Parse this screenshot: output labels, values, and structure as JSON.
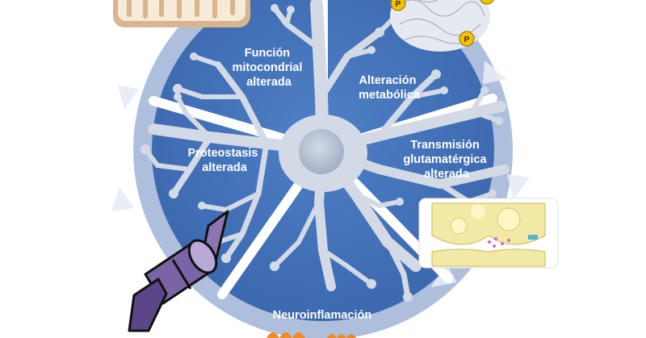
{
  "diagram": {
    "center_label": "",
    "segments": [
      {
        "id": "mitochondrial",
        "lines": [
          "Función",
          "mitocondrial",
          "alterada"
        ]
      },
      {
        "id": "metabolic",
        "lines": [
          "Alteración",
          "metabólica"
        ]
      },
      {
        "id": "glutamatergic",
        "lines": [
          "Transmisión",
          "glutamatérgica",
          "alterada"
        ]
      },
      {
        "id": "neuroinflammation",
        "lines": [
          "Neuroinflamación"
        ]
      },
      {
        "id": "proteostasis",
        "lines": [
          "Proteostasis",
          "alterada"
        ]
      }
    ],
    "phospho_marker": "P",
    "colors": {
      "ring": "#aebfdd",
      "inner_disc": "#3f6eb6",
      "divider": "#ffffff",
      "neuron": "#d3dae6",
      "nucleus": "#b4bfd2",
      "label": "#ffffff",
      "phospho": "#f2c200",
      "synapse_fill": "#f3e9a6",
      "filament": "#7b64a6",
      "cytokine": "#f08a24"
    }
  }
}
